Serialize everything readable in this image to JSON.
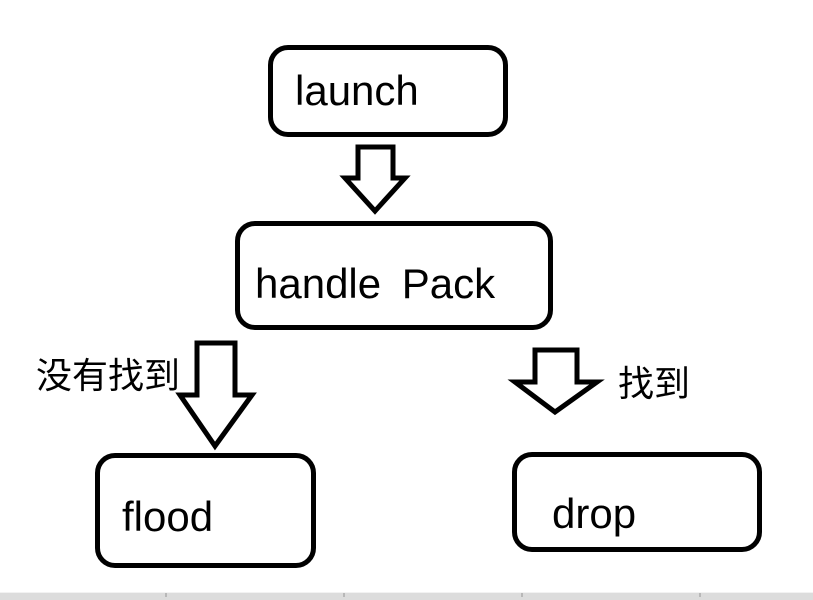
{
  "nodes": {
    "launch": {
      "label": "launch"
    },
    "handle_pack": {
      "label": "handle Pack"
    },
    "flood": {
      "label": "flood"
    },
    "drop": {
      "label": "drop"
    }
  },
  "edges": [
    {
      "from": "launch",
      "to": "handle_pack"
    },
    {
      "from": "handle_pack",
      "to": "flood",
      "label": "没有找到"
    },
    {
      "from": "handle_pack",
      "to": "drop",
      "label": "找到"
    }
  ],
  "colors": {
    "stroke": "#000000",
    "shape_fill": "#ffffff",
    "background": "#ffffff",
    "bottom_bar": "#dcdcdc"
  }
}
